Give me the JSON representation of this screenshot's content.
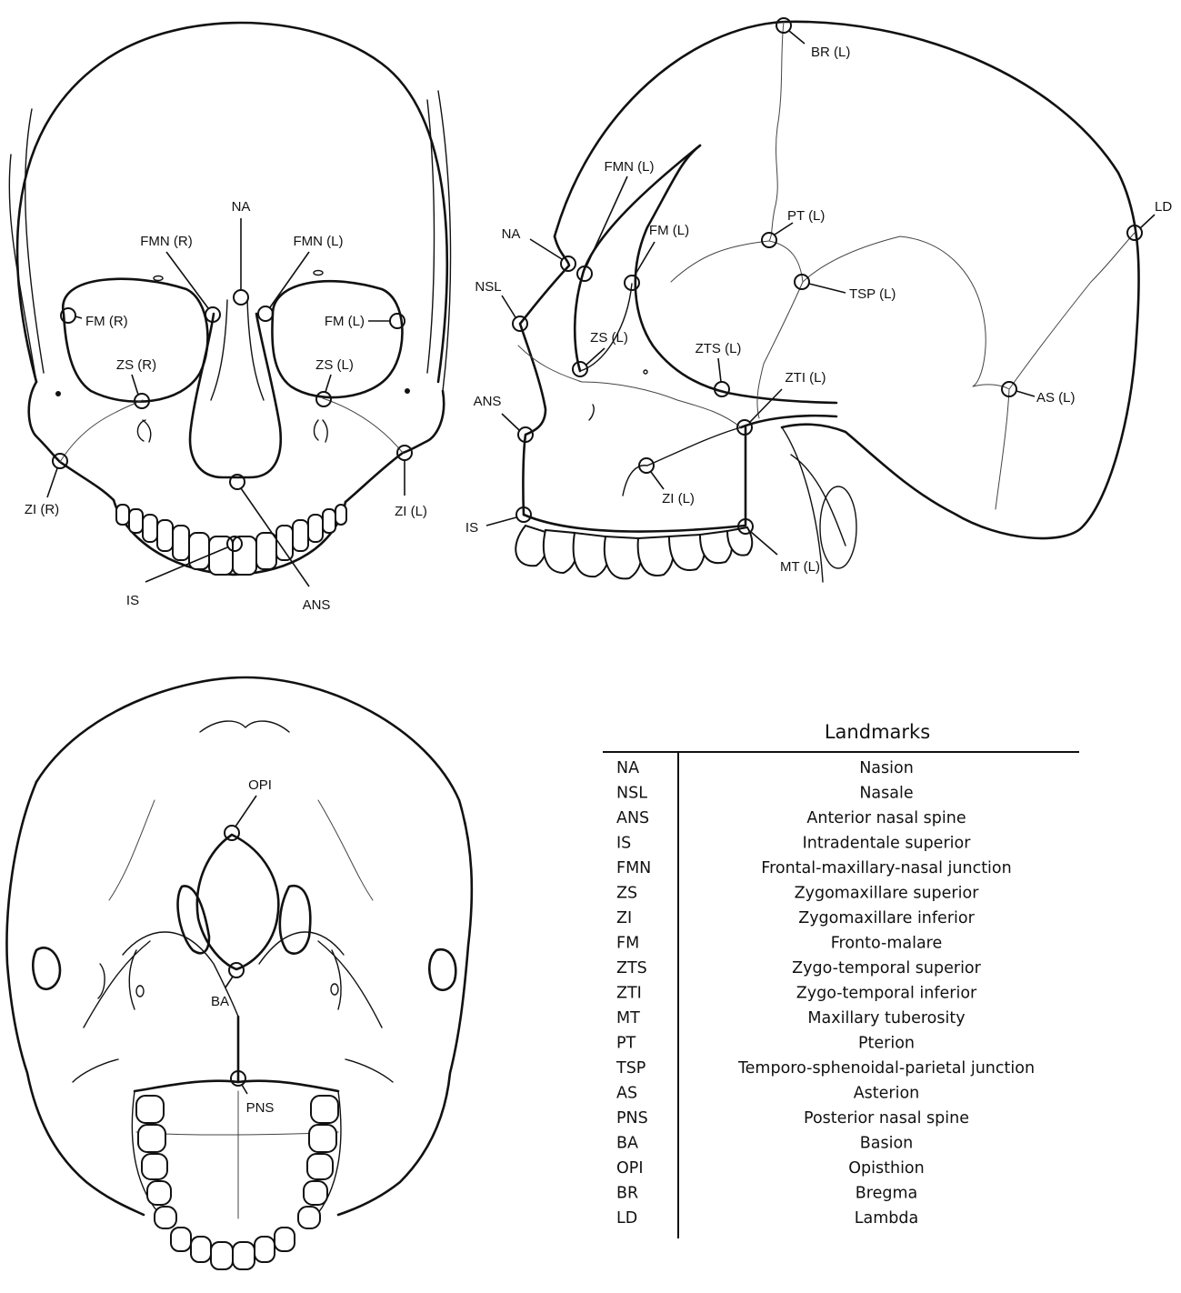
{
  "views": {
    "frontal": {
      "labels": {
        "na": "NA",
        "fmn_r": "FMN (R)",
        "fmn_l": "FMN (L)",
        "fm_r": "FM (R)",
        "fm_l": "FM (L)",
        "zs_r": "ZS (R)",
        "zs_l": "ZS (L)",
        "zi_r": "ZI (R)",
        "zi_l": "ZI (L)",
        "is": "IS",
        "ans": "ANS"
      }
    },
    "lateral": {
      "labels": {
        "br": "BR (L)",
        "fmn": "FMN (L)",
        "na": "NA",
        "fm": "FM (L)",
        "pt": "PT (L)",
        "ld": "LD",
        "nsl": "NSL",
        "tsp": "TSP (L)",
        "zs": "ZS (L)",
        "zts": "ZTS (L)",
        "zti": "ZTI (L)",
        "ans": "ANS",
        "as": "AS (L)",
        "zi": "ZI (L)",
        "is": "IS",
        "mt": "MT (L)"
      }
    },
    "basal": {
      "labels": {
        "opi": "OPI",
        "ba": "BA",
        "pns": "PNS"
      }
    }
  },
  "landmarks_table": {
    "title": "Landmarks",
    "rows": [
      {
        "abbr": "NA",
        "name": "Nasion"
      },
      {
        "abbr": "NSL",
        "name": "Nasale"
      },
      {
        "abbr": "ANS",
        "name": "Anterior nasal spine"
      },
      {
        "abbr": "IS",
        "name": "Intradentale superior"
      },
      {
        "abbr": "FMN",
        "name": "Frontal-maxillary-nasal junction"
      },
      {
        "abbr": "ZS",
        "name": "Zygomaxillare superior"
      },
      {
        "abbr": "ZI",
        "name": "Zygomaxillare inferior"
      },
      {
        "abbr": "FM",
        "name": "Fronto-malare"
      },
      {
        "abbr": "ZTS",
        "name": "Zygo-temporal superior"
      },
      {
        "abbr": "ZTI",
        "name": "Zygo-temporal inferior"
      },
      {
        "abbr": "MT",
        "name": "Maxillary tuberosity"
      },
      {
        "abbr": "PT",
        "name": "Pterion"
      },
      {
        "abbr": "TSP",
        "name": "Temporo-sphenoidal-parietal junction"
      },
      {
        "abbr": "AS",
        "name": "Asterion"
      },
      {
        "abbr": "PNS",
        "name": "Posterior nasal spine"
      },
      {
        "abbr": "BA",
        "name": "Basion"
      },
      {
        "abbr": "OPI",
        "name": "Opisthion"
      },
      {
        "abbr": "BR",
        "name": "Bregma"
      },
      {
        "abbr": "LD",
        "name": "Lambda"
      }
    ]
  }
}
